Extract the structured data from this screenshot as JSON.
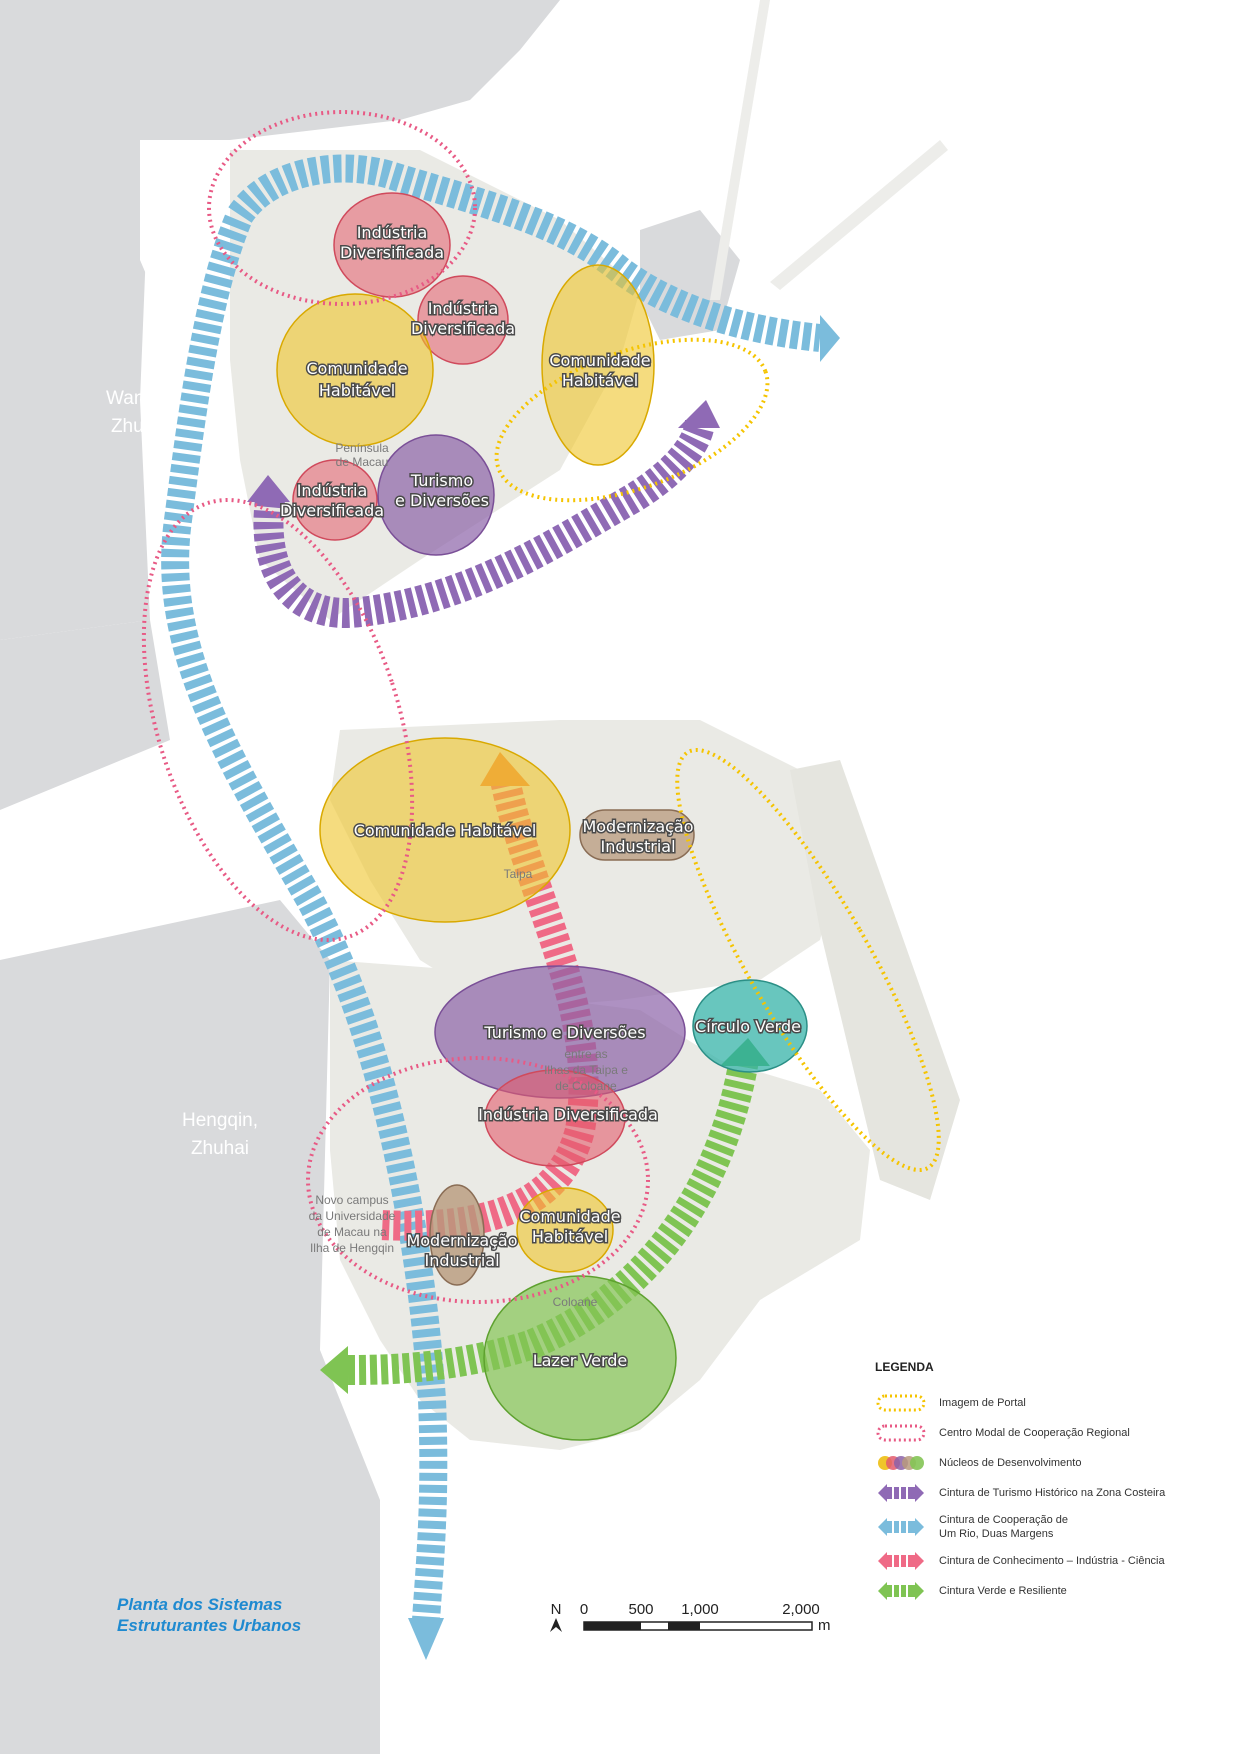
{
  "map": {
    "title_line1": "Planta dos Sistemas",
    "title_line2": "Estruturantes Urbanos",
    "places": {
      "wanzai_1": "Wanzai,",
      "wanzai_2": "Zhuhai",
      "hengqin_1": "Hengqin,",
      "hengqin_2": "Zhuhai",
      "peninsula_1": "Península",
      "peninsula_2": "de Macau",
      "taipa": "Taipa",
      "coloane": "Coloane",
      "between_1": "entre as",
      "between_2": "Ilhas da Taipa e",
      "between_3": "de Coloane",
      "campus_1": "Novo campus",
      "campus_2": "da Universidade",
      "campus_3": "de Macau na",
      "campus_4": "Ilha de Hengqin"
    },
    "nuclei": {
      "ind_north_1": "Indústria",
      "ind_north_2": "Diversificada",
      "ind_mid_1": "Indústria",
      "ind_mid_2": "Diversificada",
      "com_north_1": "Comunidade",
      "com_north_2": "Habitável",
      "com_east_1": "Comunidade",
      "com_east_2": "Habitável",
      "ind_south_1": "Indústria",
      "ind_south_2": "Diversificada",
      "tur_north_1": "Turismo",
      "tur_north_2": "e Diversões",
      "com_taipa": "Comunidade Habitável",
      "mod_taipa_1": "Modernização",
      "mod_taipa_2": "Industrial",
      "tur_south": "Turismo e Diversões",
      "ind_cot": "Indústria Diversificada",
      "com_cot_1": "Comunidade",
      "com_cot_2": "Habitável",
      "mod_cot_1": "Modernização",
      "mod_cot_2": "Industrial",
      "circulo": "Círculo Verde",
      "lazer": "Lazer Verde"
    },
    "colors": {
      "water": "#d9dadc",
      "land": "#eaeae5",
      "portal": "#f5c400",
      "regional": "#e85a85",
      "tourism_belt": "#8f6ab5",
      "cooperation_belt": "#7bbcdc",
      "knowledge_belt": "#ef6a86",
      "green_belt": "#7fc453",
      "yellow_nucleus": "#efc52a",
      "red_nucleus": "#e35b6c",
      "purple_nucleus": "#8c62a8",
      "brown_nucleus": "#b89a7c",
      "teal_nucleus": "#36b3a8",
      "green_nucleus": "#84c455"
    }
  },
  "legend": {
    "title": "LEGENDA",
    "items": [
      {
        "label": "Imagem de Portal",
        "icon": "dotted-yellow-ellipse-icon"
      },
      {
        "label": "Centro Modal de Cooperação Regional",
        "icon": "dotted-pink-ellipse-icon"
      },
      {
        "label": "Núcleos de Desenvolvimento",
        "icon": "colored-dots-icon"
      },
      {
        "label": "Cintura de Turismo Histórico na Zona Costeira",
        "icon": "purple-arrow-icon"
      },
      {
        "label_line1": "Cintura de Cooperação de",
        "label_line2": "Um Rio, Duas Margens",
        "icon": "blue-arrow-icon"
      },
      {
        "label": "Cintura de Conhecimento – Indústria - Ciência",
        "icon": "pink-arrow-icon"
      },
      {
        "label": "Cintura Verde e Resiliente",
        "icon": "green-arrow-icon"
      }
    ]
  },
  "scale": {
    "north": "N",
    "ticks": [
      "0",
      "500",
      "1,000",
      "2,000"
    ],
    "unit": "m"
  }
}
